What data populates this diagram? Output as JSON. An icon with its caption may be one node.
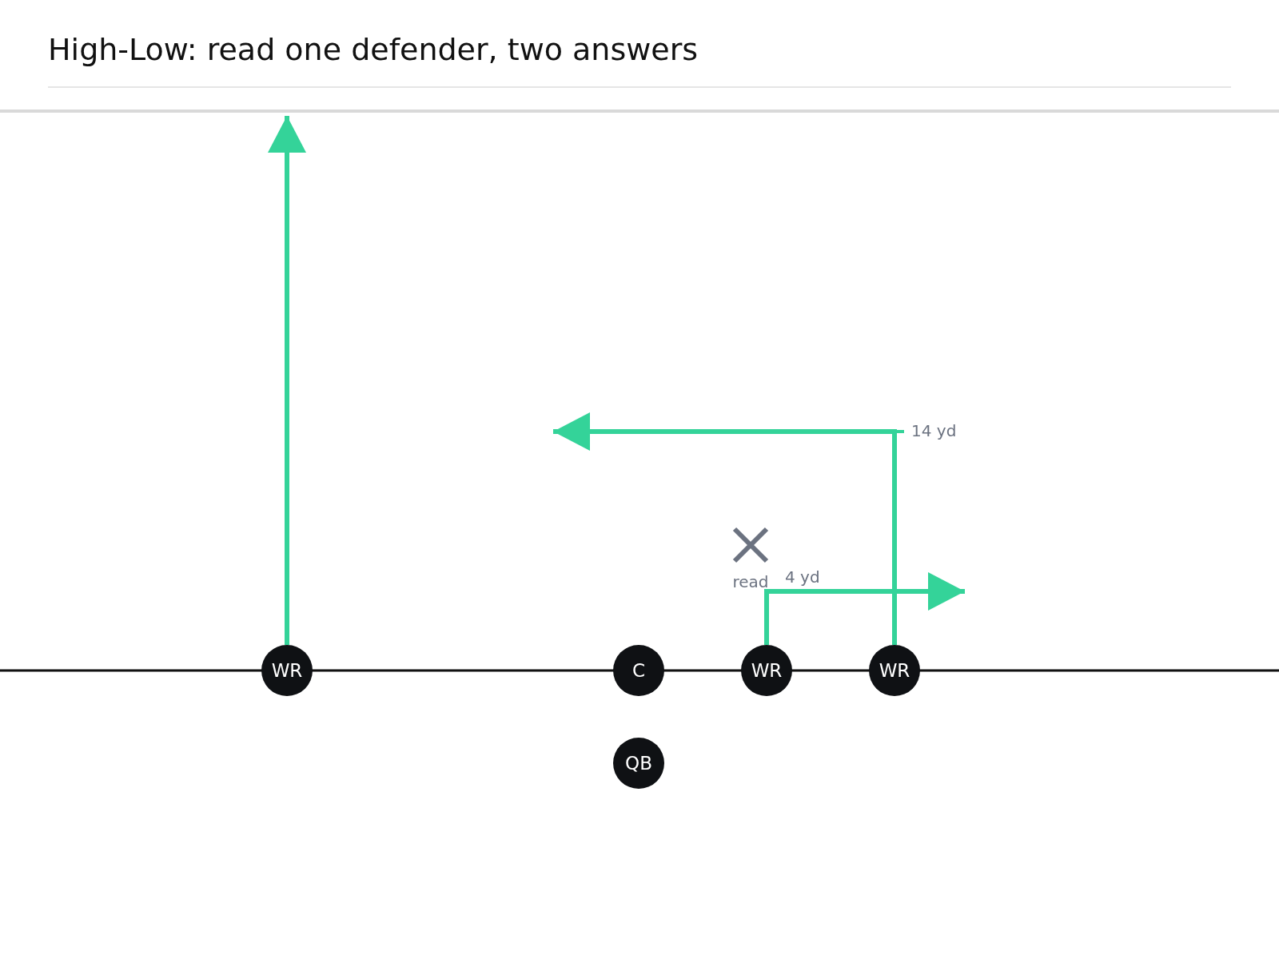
{
  "diagram": {
    "title": "High-Low: read one defender, two answers",
    "nodes": [
      {
        "text": [
          "read"
        ]
      },
      {
        "text": [
          "WR"
        ]
      },
      {
        "text": [
          "C"
        ]
      },
      {
        "text": [
          "WR"
        ]
      },
      {
        "text": [
          "WR"
        ]
      },
      {
        "text": [
          "QB"
        ]
      }
    ],
    "edges": [
      {
        "from": 1,
        "to": null,
        "arrow": "to"
      },
      {
        "from": 4,
        "to": null,
        "arrow": "to"
      },
      {
        "from": 3,
        "to": null,
        "arrow": "to"
      }
    ],
    "labels": [
      "14 yd",
      "4 yd"
    ]
  }
}
